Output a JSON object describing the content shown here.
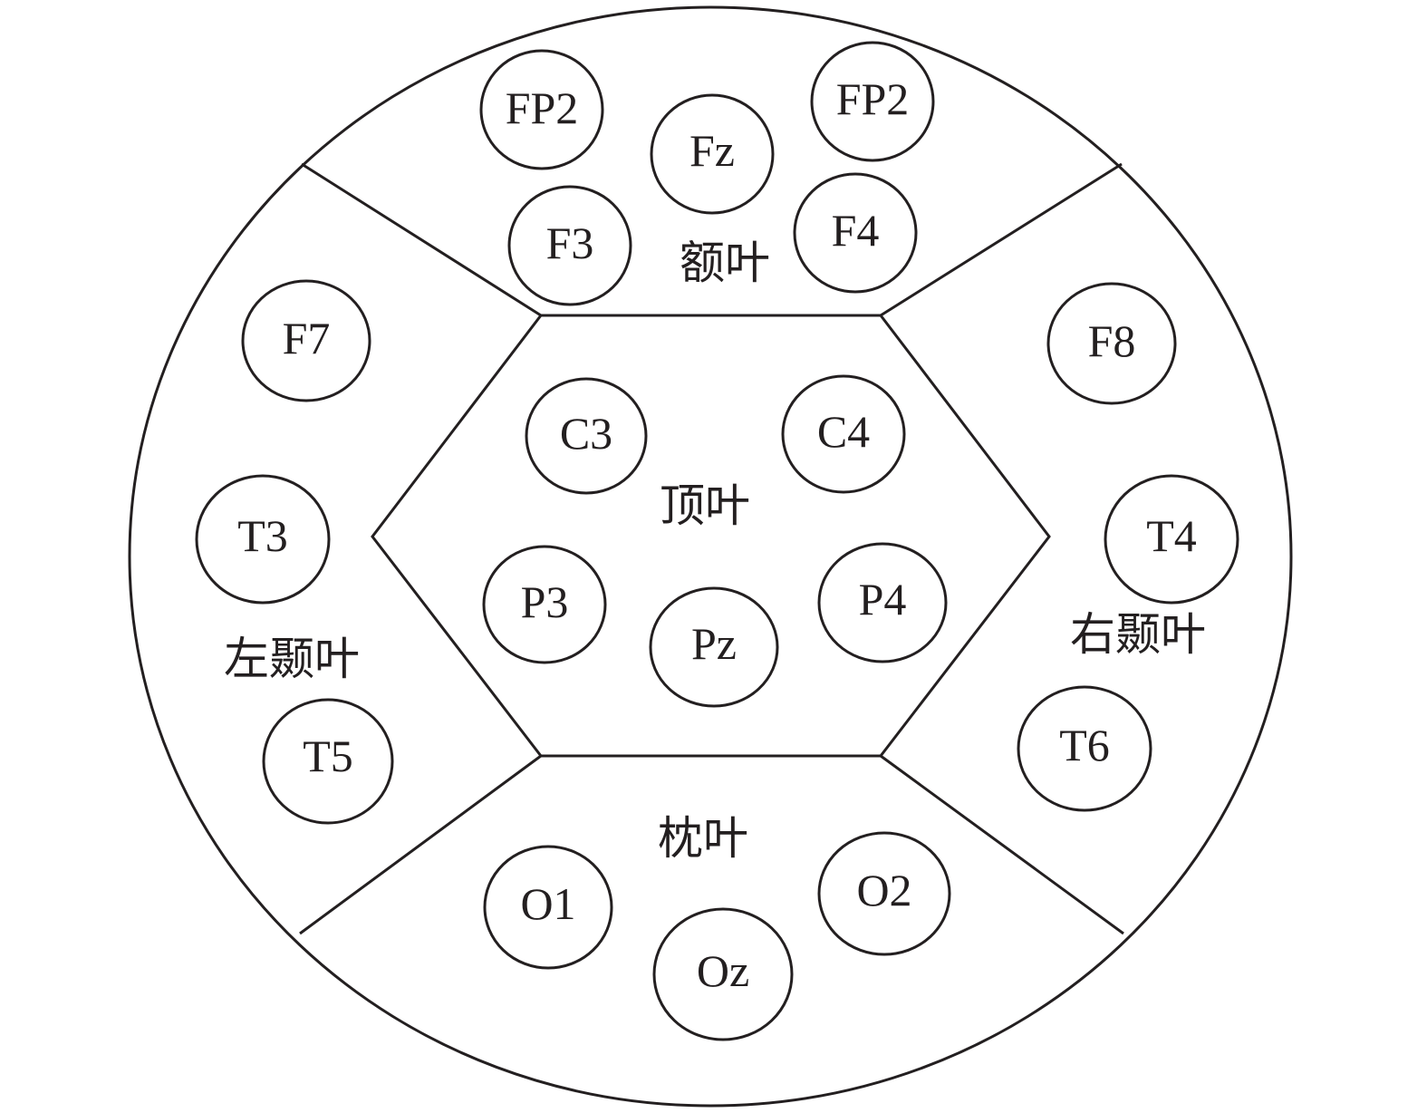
{
  "regions": {
    "frontal": "额叶",
    "parietal": "顶叶",
    "left_temporal": "左颞叶",
    "right_temporal": "右颞叶",
    "occipital": "枕叶"
  },
  "electrodes": {
    "fp_left": "FP2",
    "fz": "Fz",
    "fp_right": "FP2",
    "f3": "F3",
    "f4": "F4",
    "f7": "F7",
    "f8": "F8",
    "c3": "C3",
    "c4": "C4",
    "t3": "T3",
    "t4": "T4",
    "p3": "P3",
    "p4": "P4",
    "pz": "Pz",
    "t5": "T5",
    "t6": "T6",
    "o1": "O1",
    "o2": "O2",
    "oz": "Oz"
  },
  "colors": {
    "line": "#231f20",
    "background": "#ffffff"
  }
}
